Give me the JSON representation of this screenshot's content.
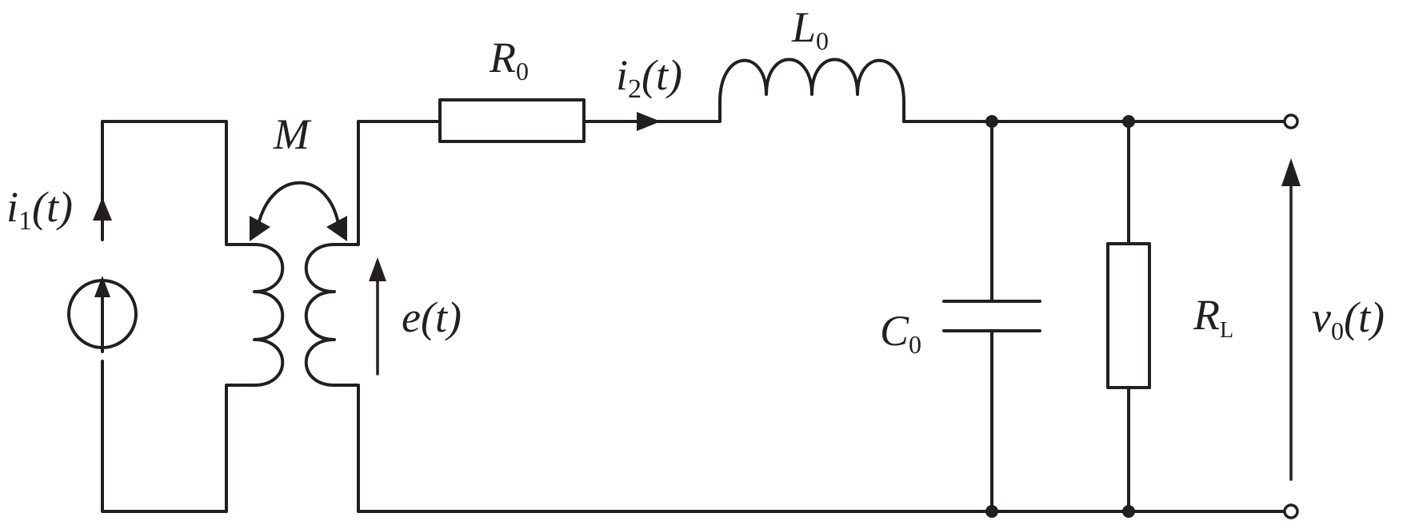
{
  "colors": {
    "ink": "#231f20",
    "background": "#ffffff"
  },
  "labels": {
    "i1": {
      "sym": "i",
      "sub": "1",
      "rest": "(t)"
    },
    "M": {
      "sym": "M"
    },
    "R0": {
      "sym": "R",
      "sub": "0"
    },
    "i2": {
      "sym": "i",
      "sub": "2",
      "rest": "(t)"
    },
    "L0": {
      "sym": "L",
      "sub": "0"
    },
    "e": {
      "sym": "e",
      "rest": "(t)"
    },
    "C0": {
      "sym": "C",
      "sub": "0"
    },
    "RL": {
      "sym": "R",
      "sub": "L"
    },
    "v0": {
      "sym": "v",
      "sub": "0",
      "rest": "(t)"
    }
  }
}
